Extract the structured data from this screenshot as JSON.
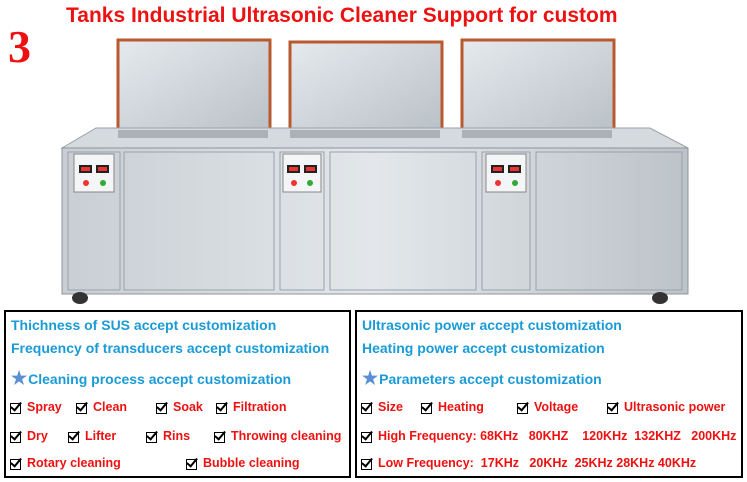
{
  "header": {
    "number": "3",
    "title": "Tanks Industrial Ultrasonic Cleaner Support for custom"
  },
  "machine": {
    "image_name": "three-tank-ultrasonic-cleaner"
  },
  "left_panel": {
    "line1": "Thichness of SUS accept customization",
    "line2": "Frequency of transducers accept customization",
    "process_heading": "Cleaning process accept customization",
    "row1": [
      "Spray",
      "Clean",
      "Soak",
      "Filtration"
    ],
    "row2": [
      "Dry",
      "Lifter",
      "Rins",
      "Throwing cleaning"
    ],
    "row3": [
      "Rotary cleaning",
      "Bubble cleaning"
    ]
  },
  "right_panel": {
    "line1": "Ultrasonic power accept customization",
    "line2": "Heating power  accept customization",
    "params_heading": "Parameters accept customization",
    "row1": [
      "Size",
      "Heating",
      "Voltage",
      "Ultrasonic power"
    ],
    "high_freq": "High Frequency: 68KHz   80KHZ    120KHz  132KHZ   200KHz",
    "low_freq": "Low Frequency:  17KHz   20KHz  25KHz 28KHz 40KHz"
  },
  "colors": {
    "title_red": "#ee1111",
    "heading_blue": "#1a9bd7",
    "lid_copper": "#b85a2e"
  }
}
